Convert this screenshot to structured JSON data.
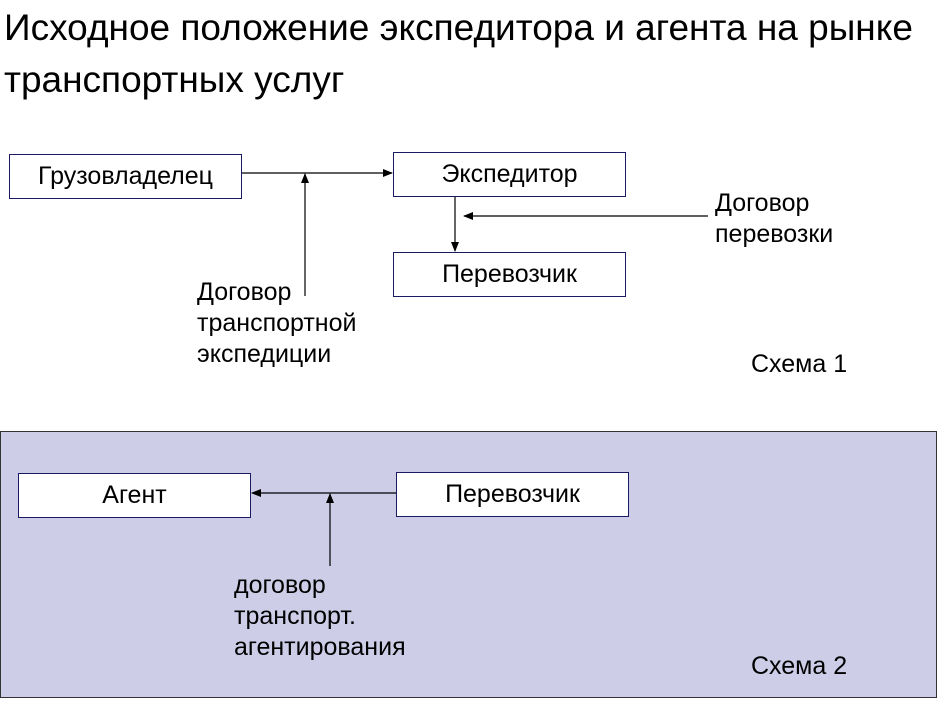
{
  "title": "Исходное положение экспедитора и агента на рынке транспортных услуг",
  "scheme1": {
    "cargo_owner": "Грузовладелец",
    "forwarder": "Экспедитор",
    "carrier": "Перевозчик",
    "contract_carriage": [
      "Договор",
      "перевозки"
    ],
    "contract_forwarding": [
      "Договор",
      "транспортной",
      "экспедиции"
    ],
    "label": "Схема 1"
  },
  "scheme2": {
    "agent": "Агент",
    "carrier": "Перевозчик",
    "contract_agency": [
      "договор",
      "транспорт.",
      "агентирования"
    ],
    "label": "Схема 2"
  },
  "colors": {
    "panel_bg": "#cdcde8",
    "box_border": "#1a1a60"
  }
}
